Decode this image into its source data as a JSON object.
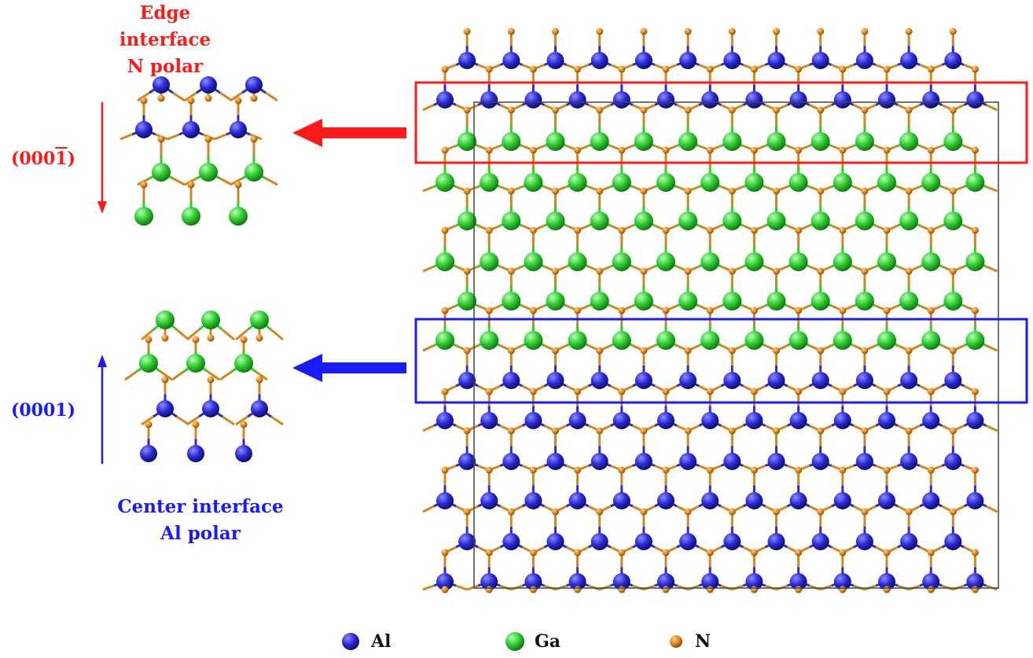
{
  "labels": {
    "edge_line1": "Edge interface",
    "edge_line2": "N polar",
    "center_line1": "Center interface",
    "center_line2": "Al polar",
    "dir_top_prefix": "(000",
    "dir_top_bar": "1",
    "dir_top_suffix": ")",
    "dir_bottom": "(0001)"
  },
  "legend": [
    {
      "element": "Al",
      "color": "#2a2ad8"
    },
    {
      "element": "Ga",
      "color": "#2ecc2e"
    },
    {
      "element": "N",
      "color": "#e08a1e"
    }
  ],
  "colors": {
    "edge": "#ff1a1a",
    "center": "#1a1aff",
    "al": "#2a2ad8",
    "ga": "#2ecc2e",
    "n": "#e08a1e",
    "bond_n": "#d4861c"
  }
}
